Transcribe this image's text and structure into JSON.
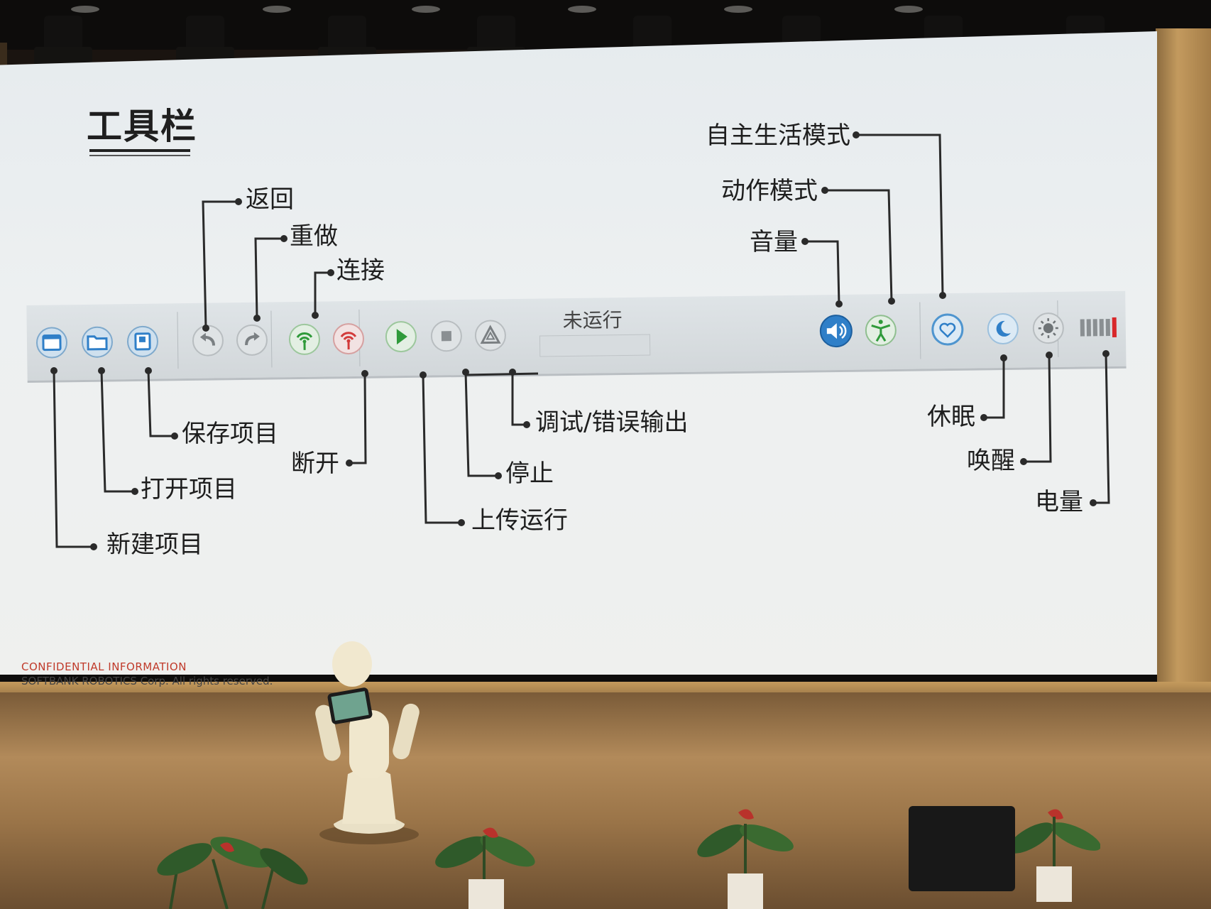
{
  "slide": {
    "title": "工具栏",
    "status_label": "未运行",
    "footer": {
      "confidential": "CONFIDENTIAL INFORMATION",
      "rights": "SOFTBANK ROBOTICS Corp. All rights reserved."
    }
  },
  "callouts": {
    "new_project": "新建项目",
    "open_project": "打开项目",
    "save_project": "保存项目",
    "undo": "返回",
    "redo": "重做",
    "connect": "连接",
    "disconnect": "断开",
    "upload_run": "上传运行",
    "stop": "停止",
    "debug_output": "调试/错误输出",
    "volume": "音量",
    "animation_mode": "动作模式",
    "autonomous_life": "自主生活模式",
    "sleep": "休眠",
    "wake": "唤醒",
    "battery": "电量"
  },
  "toolbar_icons": [
    "new-project-icon",
    "open-folder-icon",
    "save-icon",
    "undo-icon",
    "redo-icon",
    "connect-icon",
    "disconnect-icon",
    "play-icon",
    "stop-icon",
    "debug-warning-icon",
    "volume-icon",
    "animation-mode-icon",
    "heart-icon",
    "moon-icon",
    "sun-icon",
    "battery-icon"
  ],
  "colors": {
    "accent_blue": "#2f7fc8",
    "connect_green": "#2f9a3a",
    "disconnect_red": "#d23a3a",
    "battery_red": "#d8282a",
    "confidential_red": "#c03a2a"
  }
}
